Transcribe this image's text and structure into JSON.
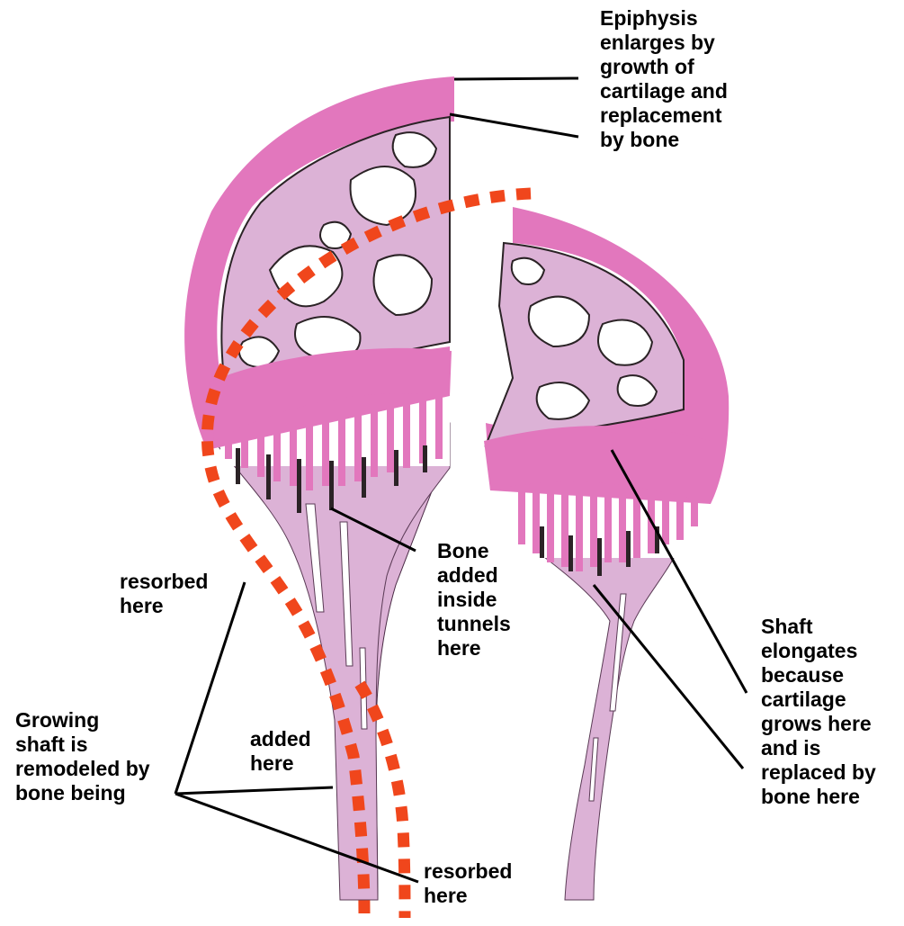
{
  "colors": {
    "cartilage_pink": "#e277bd",
    "bone_lilac": "#dcb2d6",
    "trabecula_dark": "#2b2326",
    "marrow_white": "#ffffff",
    "dotted_outline": "#f0461c",
    "leader_line": "#000000"
  },
  "labels": {
    "epiphysis": "Epiphysis\nenlarges by\ngrowth of\ncartilage  and\nreplacement\nby bone",
    "shaft_elongates": "Shaft\nelongates\nbecause\ncartilage\ngrows here\nand is\nreplaced by\nbone here",
    "bone_added": "Bone\nadded\ninside\ntunnels\nhere",
    "resorbed_top": "resorbed\nhere",
    "added_here": "added\nhere",
    "growing_shaft": "Growing\nshaft is\nremodeled by\nbone being",
    "resorbed_bottom": "resorbed\nhere"
  }
}
